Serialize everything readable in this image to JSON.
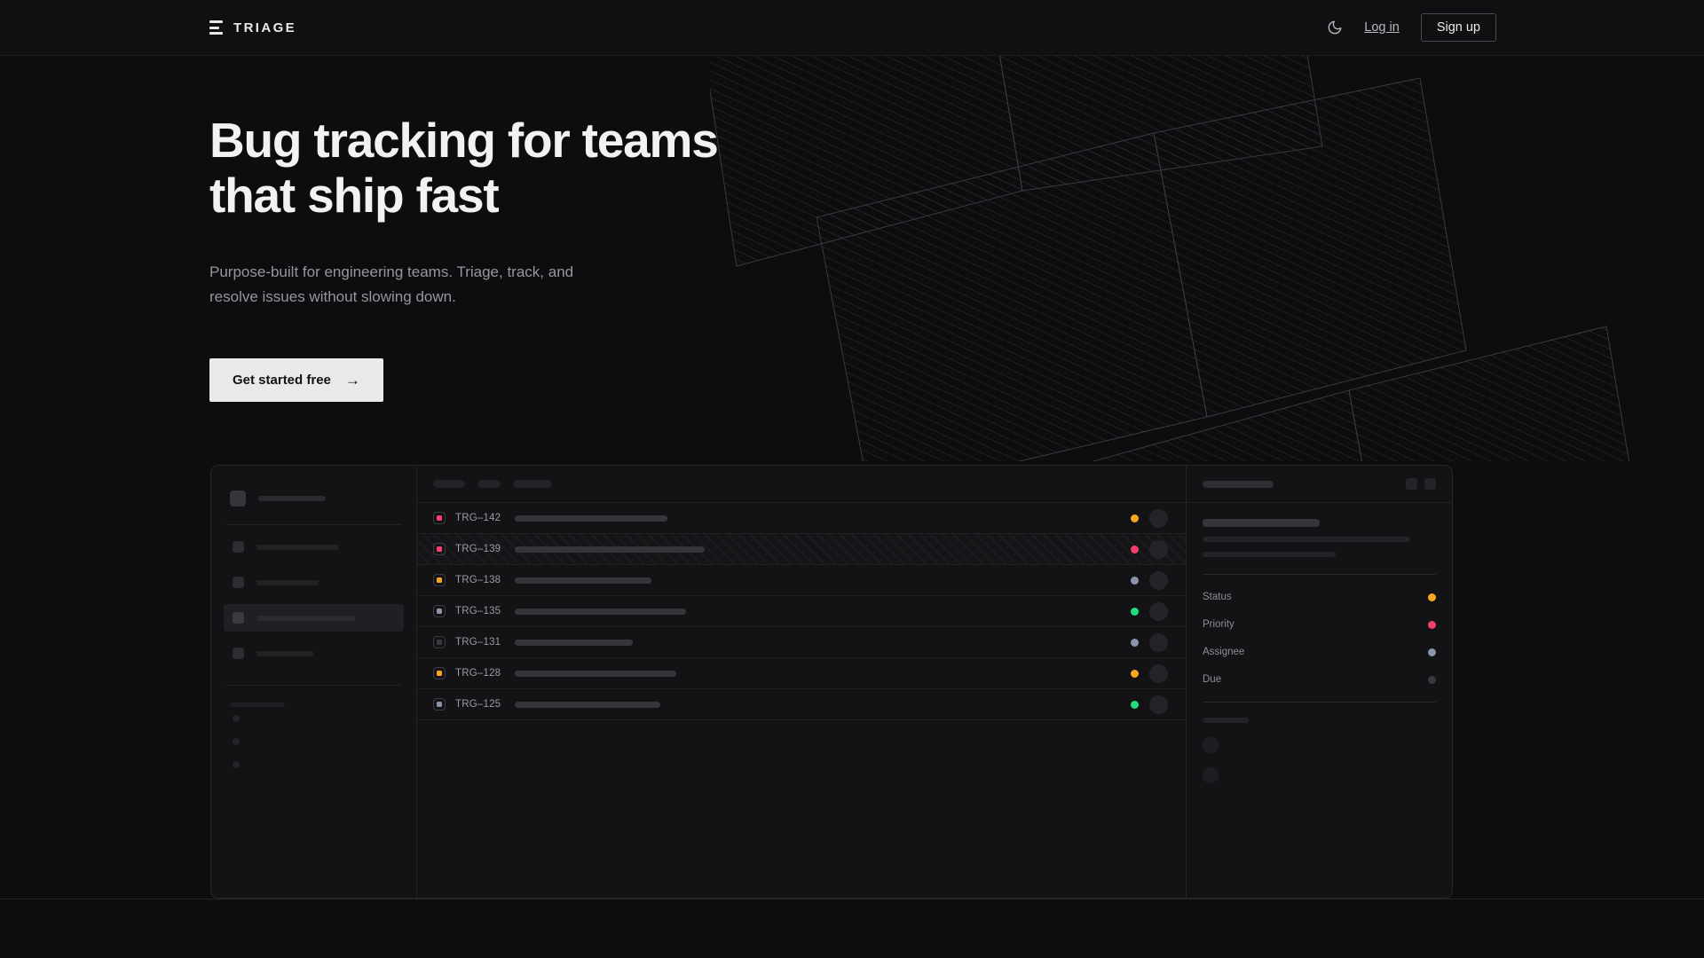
{
  "nav": {
    "logo_icon": "triage-bars-icon",
    "brand": "TRIAGE",
    "theme_toggle_icon": "moon-icon",
    "login_label": "Log in",
    "signup_label": "Sign up"
  },
  "hero": {
    "headline": "Bug tracking for teams\nthat ship fast",
    "subhead": "Purpose-built for engineering teams. Triage, track, and\nresolve issues without slowing down.",
    "cta_label": "Get started free",
    "cta_arrow": "→"
  },
  "colors": {
    "background": "#0d0d0f",
    "panel": "#131316",
    "border": "#262629",
    "text_primary": "#f2f2f3",
    "text_muted": "#96969c",
    "cta_bg": "#e9e9ea",
    "status_pink": "#f43f6e",
    "status_amber": "#f5a623",
    "status_green": "#22dd7c",
    "status_slate": "#8a95ab",
    "status_gray": "#3a3a40"
  },
  "mockup": {
    "sidebar": {
      "brand_label_width": 76,
      "items": [
        {
          "name": "nav-item-1",
          "width": 92,
          "active": false
        },
        {
          "name": "nav-item-2",
          "width": 70,
          "active": false
        },
        {
          "name": "nav-item-3",
          "width": 112,
          "active": true
        },
        {
          "name": "nav-item-4",
          "width": 64,
          "active": false
        }
      ],
      "section_label": "",
      "mini_items": 3
    },
    "list": {
      "filter_chips": [
        36,
        26,
        44
      ],
      "rows": [
        {
          "id": "TRG–142",
          "badge": "#f43f6e",
          "title_width": 172,
          "status": "#f5a623",
          "striped": false
        },
        {
          "id": "TRG–139",
          "badge": "#f43f6e",
          "title_width": 214,
          "status": "#f43f6e",
          "striped": true
        },
        {
          "id": "TRG–138",
          "badge": "#f5a623",
          "title_width": 154,
          "status": "#8a95ab",
          "striped": false
        },
        {
          "id": "TRG–135",
          "badge": "#8a95ab",
          "title_width": 193,
          "status": "#22dd7c",
          "striped": false
        },
        {
          "id": "TRG–131",
          "badge": "#3a3a40",
          "title_width": 133,
          "status": "#8a95ab",
          "striped": false
        },
        {
          "id": "TRG–128",
          "badge": "#f5a623",
          "title_width": 182,
          "status": "#f5a623",
          "striped": false
        },
        {
          "id": "TRG–125",
          "badge": "#8a95ab",
          "title_width": 164,
          "status": "#22dd7c",
          "striped": false
        }
      ]
    },
    "detail": {
      "header_actions": 2,
      "body_lines": [
        234,
        150
      ],
      "meta": [
        {
          "label": "Status",
          "color": "#f5a623"
        },
        {
          "label": "Priority",
          "color": "#f43f6e"
        },
        {
          "label": "Assignee",
          "color": "#8a95ab"
        },
        {
          "label": "Due",
          "color": "#39393f"
        }
      ],
      "activity_avatars": 2
    }
  }
}
